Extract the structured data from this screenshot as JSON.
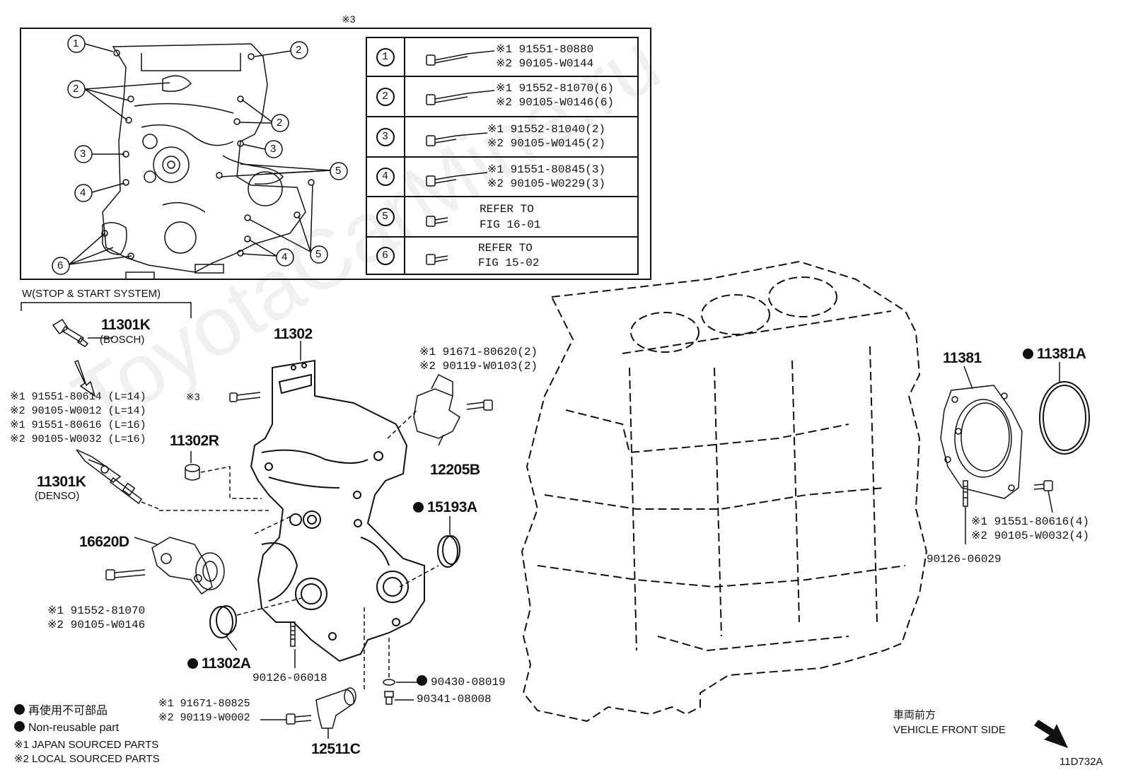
{
  "inset": {
    "title_mark": "※3",
    "table_rows": [
      {
        "num": "1",
        "line1": "※1 91551-80880",
        "line2": "※2 90105-W0144"
      },
      {
        "num": "2",
        "line1": "※1 91552-81070(6)",
        "line2": "※2 90105-W0146(6)"
      },
      {
        "num": "3",
        "line1": "※1 91552-81040(2)",
        "line2": "※2 90105-W0145(2)"
      },
      {
        "num": "4",
        "line1": "※1 91551-80845(3)",
        "line2": "※2 90105-W0229(3)"
      },
      {
        "num": "5",
        "line1": "REFER TO",
        "line2": "FIG 16-01"
      },
      {
        "num": "6",
        "line1": "REFER TO",
        "line2": "FIG 15-02"
      }
    ],
    "callouts": [
      "1",
      "2",
      "2",
      "2",
      "3",
      "3",
      "4",
      "4",
      "5",
      "5",
      "6"
    ]
  },
  "stop_start": {
    "label": "W(STOP & START SYSTEM)"
  },
  "labels": {
    "p11301k_bosch": "11301K",
    "bosch": "(BOSCH)",
    "bolts_sensor": [
      "※1 91551-80614 (L=14)",
      "※2 90105-W0012 (L=14)",
      "※1 91551-80616 (L=16)",
      "※2 90105-W0032 (L=16)"
    ],
    "p11301k_denso": "11301K",
    "denso": "(DENSO)",
    "p11302": "11302",
    "mark3_bolt": "※3",
    "p11302r": "11302R",
    "p16620d": "16620D",
    "bolts_tensioner": [
      "※1 91552-81070",
      "※2 90105-W0146"
    ],
    "p11302a": "11302A",
    "p90126_06018": "90126-06018",
    "p12205b_bolts": [
      "※1 91671-80620(2)",
      "※2 90119-W0103(2)"
    ],
    "p12205b": "12205B",
    "p15193a": "15193A",
    "p90430": "90430-08019",
    "p90341": "90341-08008",
    "p12511c_bolts": [
      "※1 91671-80825",
      "※2 90119-W0002"
    ],
    "p12511c": "12511C",
    "p11381": "11381",
    "p11381a": "11381A",
    "rear_bolts": [
      "※1 91551-80616(4)",
      "※2 90105-W0032(4)"
    ],
    "p90126_06029": "90126-06029"
  },
  "legend": {
    "nonreusable_jp": "再使用不可部品",
    "nonreusable_en": "Non-reusable part",
    "jp_sourced": "※1  JAPAN SOURCED PARTS",
    "local_sourced": "※2  LOCAL SOURCED PARTS"
  },
  "front": {
    "jp": "車両前方",
    "en": "VEHICLE FRONT SIDE"
  },
  "figure_id": "11D732A",
  "watermark": "ToyotaCarMine.ru"
}
